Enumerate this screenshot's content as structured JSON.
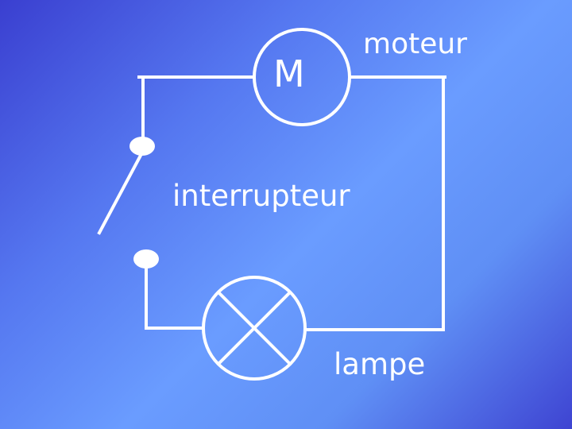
{
  "components": {
    "motor": {
      "symbol": "M",
      "label": "moteur"
    },
    "switch": {
      "label": "interrupteur",
      "state": "open"
    },
    "lamp": {
      "label": "lampe"
    }
  },
  "colors": {
    "background_start": "#3a3fd0",
    "background_mid": "#6a9cff",
    "stroke": "#ffffff",
    "text": "#ffffff"
  }
}
